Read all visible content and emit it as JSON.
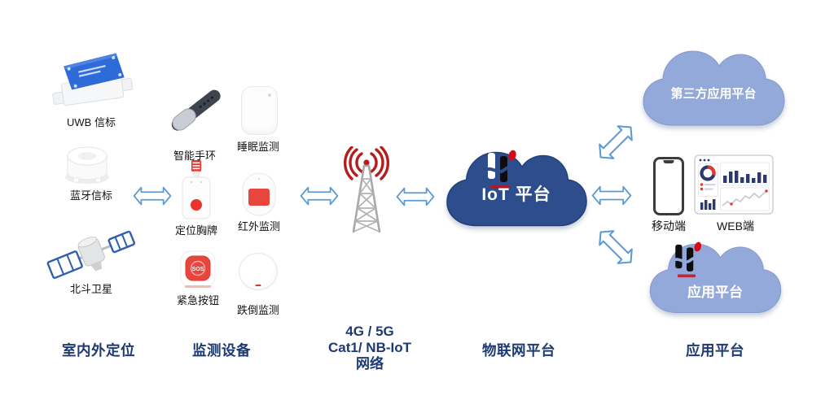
{
  "diagram": {
    "positioning": {
      "caption": "室内外定位",
      "uwb_label": "UWB 信标",
      "bluetooth_label": "蓝牙信标",
      "beidou_label": "北斗卫星"
    },
    "monitoring": {
      "caption": "监测设备",
      "band_label": "智能手环",
      "sleep_label": "睡眠监测",
      "badge_label": "定位胸牌",
      "infrared_label": "红外监测",
      "sos_label": "紧急按钮",
      "sos_button_text": "SOS",
      "fall_label": "跌倒监测"
    },
    "network": {
      "line1": "4G / 5G",
      "line2": "Cat1/ NB-IoT",
      "line3": "网络"
    },
    "iot": {
      "cloud_label": "IoT 平台",
      "caption": "物联网平台"
    },
    "right": {
      "third_party_cloud_label": "第三方应用平台",
      "mobile_label": "移动端",
      "web_label": "WEB端",
      "app_cloud_label": "应用平台",
      "caption": "应用平台"
    },
    "colors": {
      "dark_cloud": "#2d4d8d",
      "light_cloud": "#93a9d9",
      "accent_red": "#c00000",
      "arrow_blue": "#5b9bd5",
      "caption_navy": "#1d3a73"
    }
  }
}
